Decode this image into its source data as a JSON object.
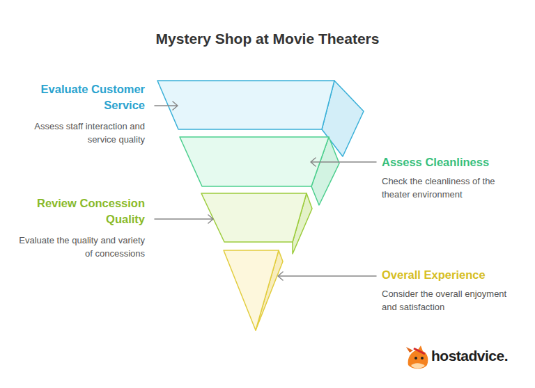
{
  "diagram": {
    "title": "Mystery Shop at Movie Theaters",
    "nodes": [
      {
        "text": [
          "Evaluate Customer Service",
          "Assess staff interaction and service quality"
        ]
      },
      {
        "text": [
          "Assess Cleanliness",
          "Check the cleanliness of the theater environment"
        ]
      },
      {
        "text": [
          "Review Concession Quality",
          "Evaluate the quality and variety of concessions"
        ]
      },
      {
        "text": [
          "Overall Experience",
          "Consider the overall enjoyment and satisfaction"
        ]
      }
    ],
    "labels": [
      "hostadvice."
    ]
  }
}
